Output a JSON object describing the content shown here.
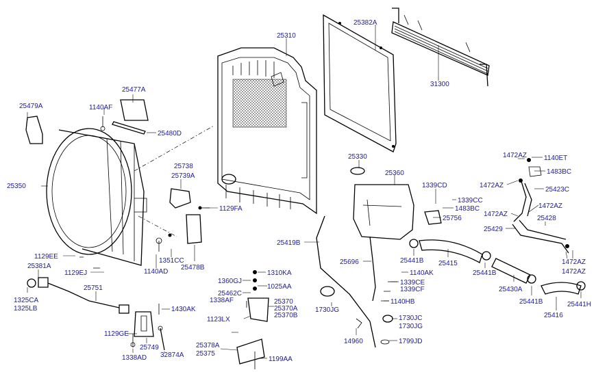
{
  "colors": {
    "label": "#1a1aa6",
    "line": "#000000"
  },
  "labels": {
    "l25310": "25310",
    "l25382a": "25382A",
    "l31300": "31300",
    "l25479a": "25479A",
    "l25477a": "25477A",
    "l1140af": "1140AF",
    "l25480d": "25480D",
    "l25350": "25350",
    "l25738": "25738",
    "l25739a": "25739A",
    "l1129fa": "1129FA",
    "l1129ee": "1129EE",
    "l25381a": "25381A",
    "l1129ej": "1129EJ",
    "l25751": "25751",
    "l1325ca": "1325CA",
    "l1325lb": "1325LB",
    "l1351cc": "1351CC",
    "l1140ad": "1140AD",
    "l25478b": "25478B",
    "l1430ak": "1430AK",
    "l1129ge": "1129GE",
    "l25749": "25749",
    "l1338ad": "1338AD",
    "l32874a": "32874A",
    "l1310ka": "1310KA",
    "l1360gj": "1360GJ",
    "l1025aa": "1025AA",
    "l25462c": "25462C",
    "l1338af": "1338AF",
    "l25370": "25370",
    "l25370a": "25370A",
    "l25370b": "25370B",
    "l1123lx": "1123LX",
    "l25378a": "25378A",
    "l25375": "25375",
    "l1199aa": "1199AA",
    "l25419b": "25419B",
    "l25330": "25330",
    "l25360": "25360",
    "l1339cd": "1339CD",
    "l1339cc": "1339CC",
    "l1483bc_mid": "1483BC",
    "l25756": "25756",
    "l25696": "25696",
    "l1140ak": "1140AK",
    "l1339ce": "1339CE",
    "l1339cf": "1339CF",
    "l1140hb": "1140HB",
    "l1730jg": "1730JG",
    "l1730jc": "1730JC",
    "l1730jg2": "1730JG",
    "l14960": "14960",
    "l1799jd": "1799JD",
    "l25441b_1": "25441B",
    "l25415": "25415",
    "l25441b_2": "25441B",
    "l25430a": "25430A",
    "l25441b_3": "25441B",
    "l25416": "25416",
    "l25441h": "25441H",
    "l1472az_top": "1472AZ",
    "l1140et": "1140ET",
    "l1483bc_right": "1483BC",
    "l1472az_2": "1472AZ",
    "l25423c": "25423C",
    "l1472az_3": "1472AZ",
    "l1472az_4": "1472AZ",
    "l25428": "25428",
    "l25429": "25429",
    "l1472az_5": "1472AZ",
    "l1472az_6": "1472AZ"
  }
}
